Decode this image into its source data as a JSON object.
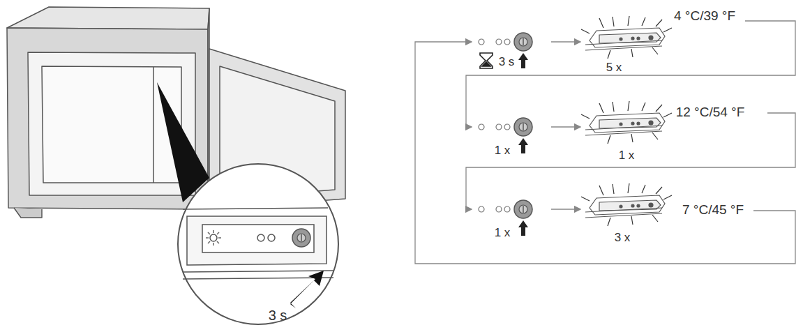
{
  "diagram": {
    "labels": [
      "3 s",
      "3 s",
      "5 x",
      "4 °C/39 °F",
      "1 x",
      "1 x",
      "12 °C/54 °F",
      "1 x",
      "3 x",
      "7 °C/45 °F"
    ]
  }
}
